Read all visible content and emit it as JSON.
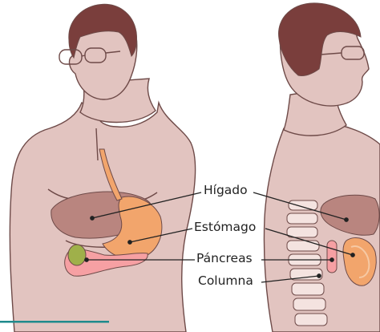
{
  "labels": [
    {
      "text": "Hígado",
      "organ": "liver"
    },
    {
      "text": "Estómago",
      "organ": "stomach"
    },
    {
      "text": "Páncreas",
      "organ": "pancreas"
    },
    {
      "text": "Columna",
      "organ": "spine"
    }
  ],
  "colors": {
    "skin": "#e2c4c0",
    "skin_shadow": "#c9a09b",
    "line_art": "#6e4a48",
    "hair": "#7a3e3c",
    "liver": "#b9857f",
    "stomach": "#f2a56c",
    "pancreas": "#f6a0a3",
    "gallbladder": "#9fb04a",
    "spine": "#f4e3e0",
    "accent_rule": "#1f8a8c",
    "label_text": "#222222",
    "leader": "#222222"
  }
}
